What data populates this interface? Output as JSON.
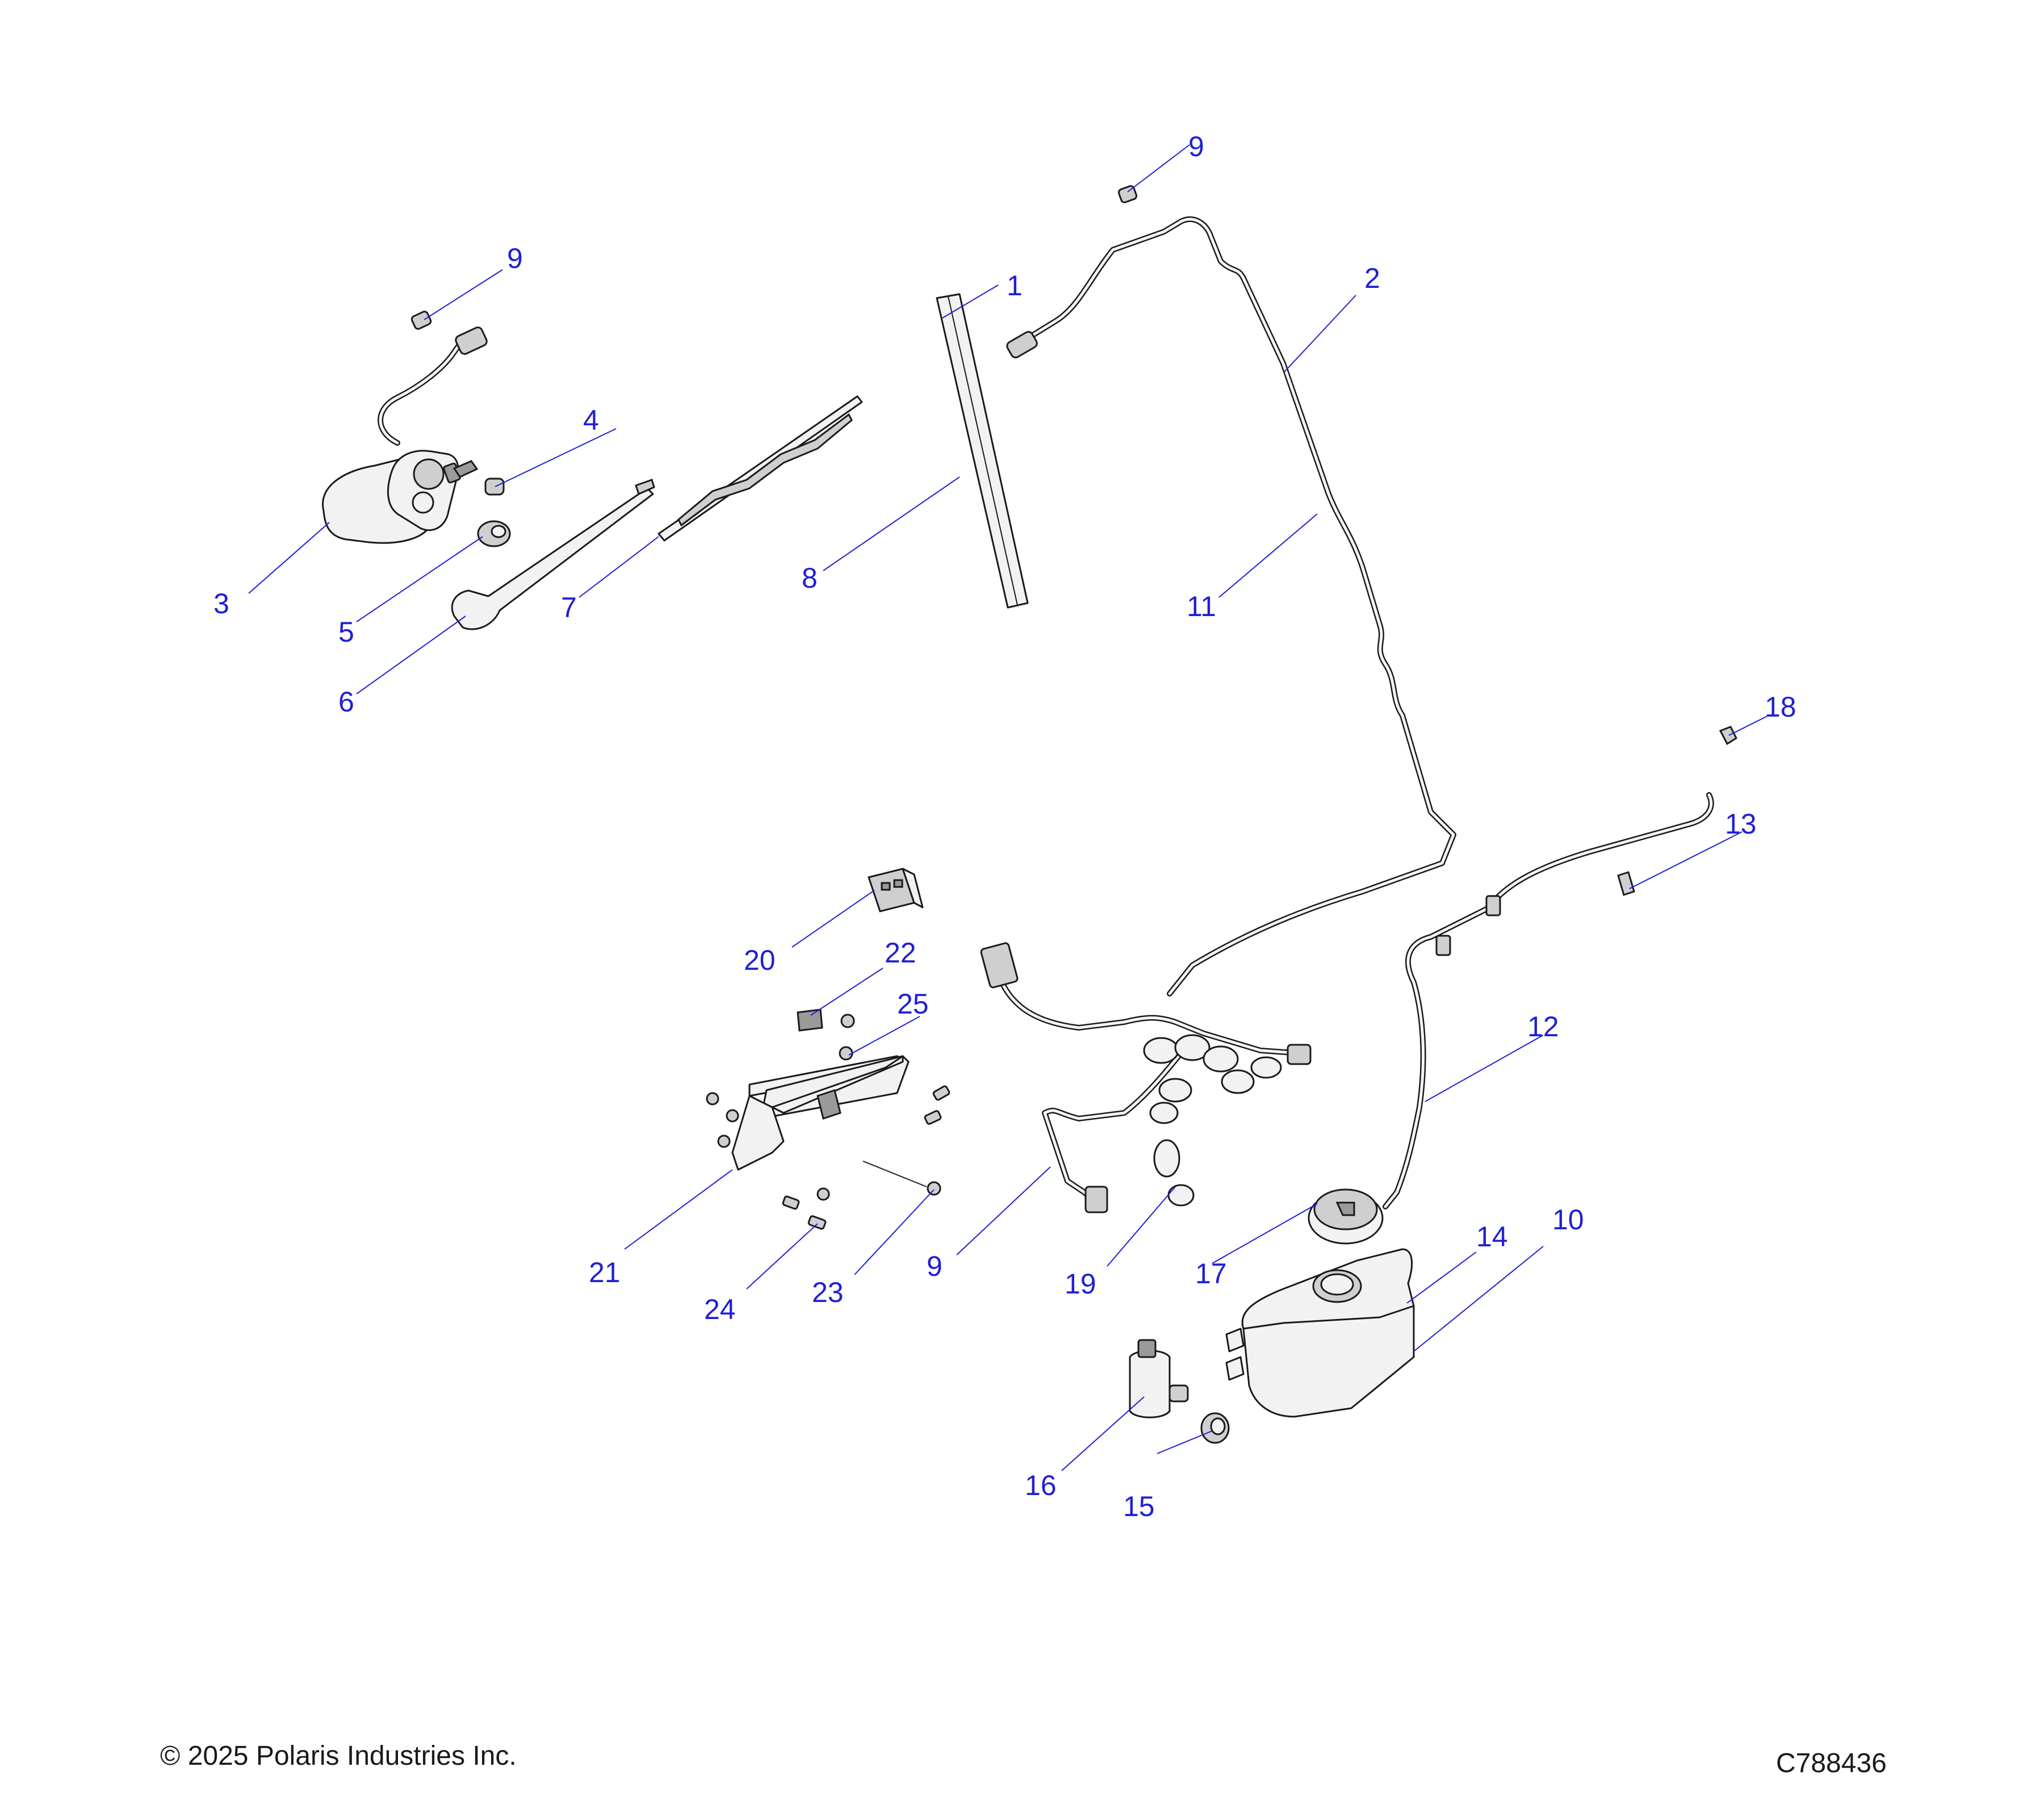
{
  "callouts": {
    "c1": "1",
    "c2": "2",
    "c3": "3",
    "c4": "4",
    "c5": "5",
    "c6": "6",
    "c7": "7",
    "c8": "8",
    "c9a": "9",
    "c9b": "9",
    "c9c": "9",
    "c10": "10",
    "c11": "11",
    "c12": "12",
    "c13": "13",
    "c14": "14",
    "c15": "15",
    "c16": "16",
    "c17": "17",
    "c18": "18",
    "c19": "19",
    "c20": "20",
    "c21": "21",
    "c22": "22",
    "c23": "23",
    "c24": "24",
    "c25": "25"
  },
  "footer": {
    "copyright": "© 2025 Polaris Industries Inc.",
    "drawing_number": "C788436"
  },
  "colors": {
    "callout": "#1f1fd6",
    "line_art": "#1a1a1a"
  }
}
